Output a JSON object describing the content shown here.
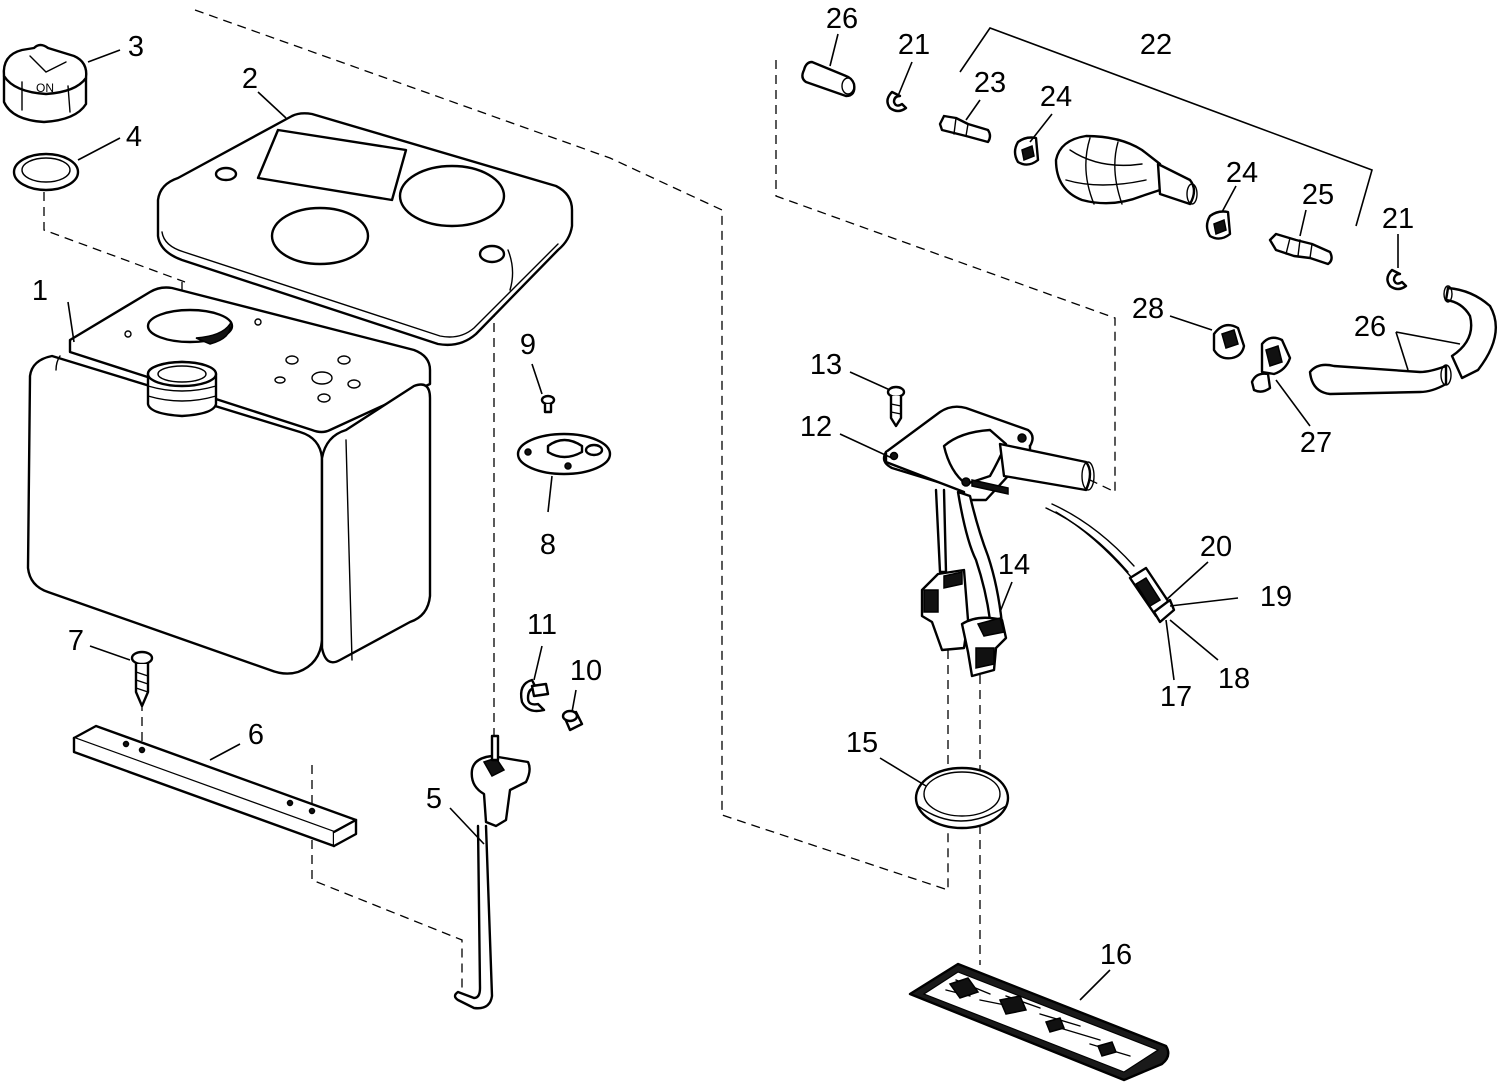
{
  "callouts": {
    "c1": "1",
    "c2": "2",
    "c3": "3",
    "c4": "4",
    "c5": "5",
    "c6": "6",
    "c7": "7",
    "c8": "8",
    "c9": "9",
    "c10": "10",
    "c11": "11",
    "c12": "12",
    "c13": "13",
    "c14": "14",
    "c15": "15",
    "c16": "16",
    "c17": "17",
    "c18": "18",
    "c19": "19",
    "c20": "20",
    "c21a": "21",
    "c21b": "21",
    "c22": "22",
    "c23": "23",
    "c24a": "24",
    "c24b": "24",
    "c25": "25",
    "c26a": "26",
    "c26b": "26",
    "c27": "27",
    "c28": "28"
  },
  "marks": {
    "cap_text": "ON"
  }
}
